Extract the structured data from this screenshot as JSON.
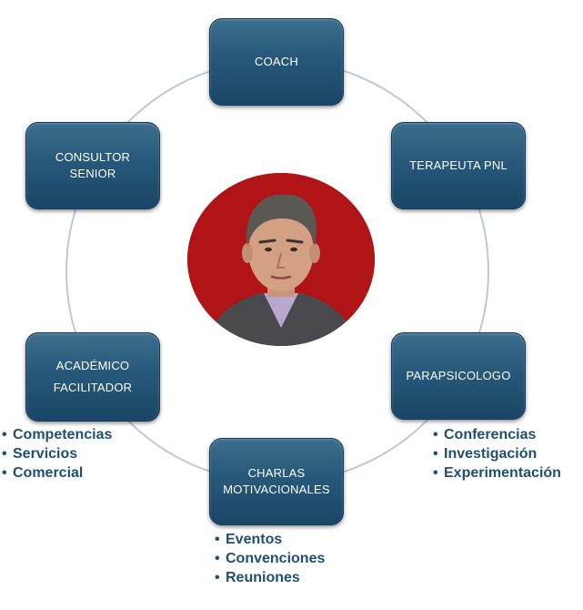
{
  "nodes": {
    "coach": {
      "label": "COACH"
    },
    "terapeuta": {
      "label": "TERAPEUTA PNL"
    },
    "consultor": {
      "line1": "CONSULTOR",
      "line2": "SENIOR"
    },
    "academico": {
      "line1": "ACADÉMICO",
      "line2": "FACILITADOR"
    },
    "parapsicologo": {
      "label": "PARAPSICOLOGO"
    },
    "charlas": {
      "line1": "CHARLAS",
      "line2": "MOTIVACIONALES"
    }
  },
  "bullets": {
    "academico": [
      "Competencias",
      "Servicios",
      "Comercial"
    ],
    "parapsicologo": [
      "Conferencias",
      "Investigación",
      "Experimentación"
    ],
    "charlas": [
      "Eventos",
      "Convenciones",
      "Reuniones"
    ]
  },
  "colors": {
    "node_fill": "#27587a",
    "ring": "#b9cad8",
    "portrait_background": "#b01417",
    "bullet_text": "#1f4f73"
  },
  "icons": {
    "center": "person-portrait"
  }
}
